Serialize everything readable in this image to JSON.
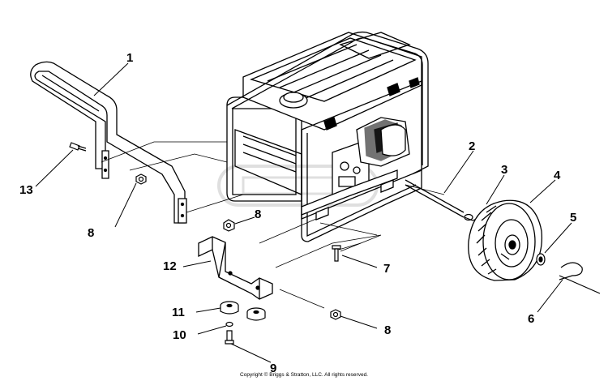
{
  "callouts": {
    "c1": "1",
    "c2": "2",
    "c3": "3",
    "c4": "4",
    "c5": "5",
    "c6": "6",
    "c7": "7",
    "c8a": "8",
    "c8b": "8",
    "c8c": "8",
    "c9": "9",
    "c10": "10",
    "c11": "11",
    "c12": "12",
    "c13": "13"
  },
  "copyright": "Copyright © Briggs & Stratton, LLC. All rights reserved."
}
